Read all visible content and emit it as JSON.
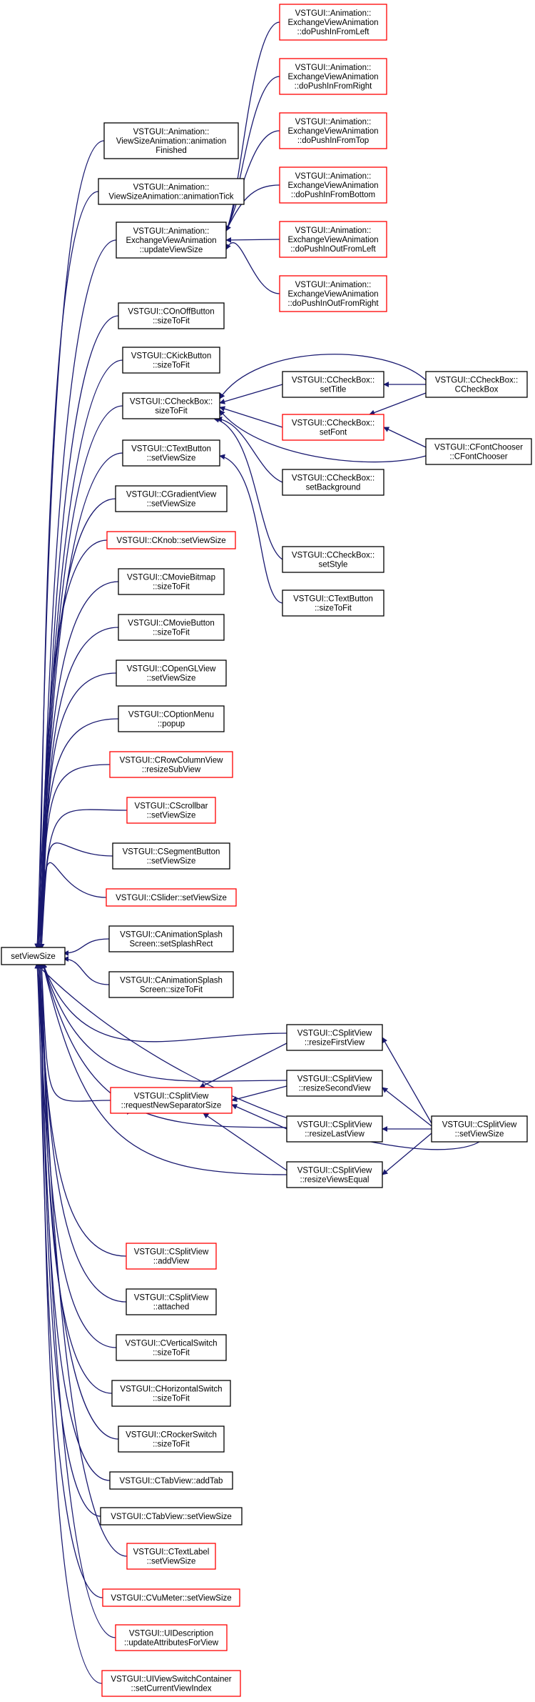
{
  "graph": {
    "colors": {
      "edge": "#191970",
      "border_normal": "#000000",
      "border_truncated": "#ff0000",
      "root_fill": "#bfbfbf"
    },
    "nodes": [
      {
        "id": "root",
        "lines": [
          "setViewSize"
        ],
        "style": "root"
      },
      {
        "id": "esva_left",
        "lines": [
          "VSTGUI::Animation::",
          "ExchangeViewAnimation",
          "::doPushInFromLeft"
        ],
        "style": "red"
      },
      {
        "id": "esva_right",
        "lines": [
          "VSTGUI::Animation::",
          "ExchangeViewAnimation",
          "::doPushInFromRight"
        ],
        "style": "red"
      },
      {
        "id": "esva_top",
        "lines": [
          "VSTGUI::Animation::",
          "ExchangeViewAnimation",
          "::doPushInFromTop"
        ],
        "style": "red"
      },
      {
        "id": "esva_bottom",
        "lines": [
          "VSTGUI::Animation::",
          "ExchangeViewAnimation",
          "::doPushInFromBottom"
        ],
        "style": "red"
      },
      {
        "id": "esva_outleft",
        "lines": [
          "VSTGUI::Animation::",
          "ExchangeViewAnimation",
          "::doPushInOutFromLeft"
        ],
        "style": "red"
      },
      {
        "id": "esva_outright",
        "lines": [
          "VSTGUI::Animation::",
          "ExchangeViewAnimation",
          "::doPushInOutFromRight"
        ],
        "style": "red"
      },
      {
        "id": "vsa_finished",
        "lines": [
          "VSTGUI::Animation::",
          "ViewSizeAnimation::animation",
          "Finished"
        ],
        "style": "black"
      },
      {
        "id": "vsa_tick",
        "lines": [
          "VSTGUI::Animation::",
          "ViewSizeAnimation::animationTick"
        ],
        "style": "black"
      },
      {
        "id": "eva_update",
        "lines": [
          "VSTGUI::Animation::",
          "ExchangeViewAnimation",
          "::updateViewSize"
        ],
        "style": "black"
      },
      {
        "id": "onoff",
        "lines": [
          "VSTGUI::COnOffButton",
          "::sizeToFit"
        ],
        "style": "black"
      },
      {
        "id": "kick",
        "lines": [
          "VSTGUI::CKickButton",
          "::sizeToFit"
        ],
        "style": "black"
      },
      {
        "id": "checkbox_stf",
        "lines": [
          "VSTGUI::CCheckBox::",
          "sizeToFit"
        ],
        "style": "black"
      },
      {
        "id": "cb_settitle",
        "lines": [
          "VSTGUI::CCheckBox::",
          "setTitle"
        ],
        "style": "black"
      },
      {
        "id": "cb_ctor",
        "lines": [
          "VSTGUI::CCheckBox::",
          "CCheckBox"
        ],
        "style": "black"
      },
      {
        "id": "cb_setfont",
        "lines": [
          "VSTGUI::CCheckBox::",
          "setFont"
        ],
        "style": "red"
      },
      {
        "id": "fontchooser",
        "lines": [
          "VSTGUI::CFontChooser",
          "::CFontChooser"
        ],
        "style": "black"
      },
      {
        "id": "textbutton_svs",
        "lines": [
          "VSTGUI::CTextButton",
          "::setViewSize"
        ],
        "style": "black"
      },
      {
        "id": "cb_setbg",
        "lines": [
          "VSTGUI::CCheckBox::",
          "setBackground"
        ],
        "style": "black"
      },
      {
        "id": "cb_setstyle",
        "lines": [
          "VSTGUI::CCheckBox::",
          "setStyle"
        ],
        "style": "black"
      },
      {
        "id": "textbutton_stf",
        "lines": [
          "VSTGUI::CTextButton",
          "::sizeToFit"
        ],
        "style": "black"
      },
      {
        "id": "gradient",
        "lines": [
          "VSTGUI::CGradientView",
          "::setViewSize"
        ],
        "style": "black"
      },
      {
        "id": "knob",
        "lines": [
          "VSTGUI::CKnob::setViewSize"
        ],
        "style": "red"
      },
      {
        "id": "moviebitmap",
        "lines": [
          "VSTGUI::CMovieBitmap",
          "::sizeToFit"
        ],
        "style": "black"
      },
      {
        "id": "moviebutton",
        "lines": [
          "VSTGUI::CMovieButton",
          "::sizeToFit"
        ],
        "style": "black"
      },
      {
        "id": "opengl",
        "lines": [
          "VSTGUI::COpenGLView",
          "::setViewSize"
        ],
        "style": "black"
      },
      {
        "id": "optionmenu",
        "lines": [
          "VSTGUI::COptionMenu",
          "::popup"
        ],
        "style": "black"
      },
      {
        "id": "rowcolumn",
        "lines": [
          "VSTGUI::CRowColumnView",
          "::resizeSubView"
        ],
        "style": "red"
      },
      {
        "id": "scrollbar",
        "lines": [
          "VSTGUI::CScrollbar",
          "::setViewSize"
        ],
        "style": "red"
      },
      {
        "id": "segment",
        "lines": [
          "VSTGUI::CSegmentButton",
          "::setViewSize"
        ],
        "style": "black"
      },
      {
        "id": "slider",
        "lines": [
          "VSTGUI::CSlider::setViewSize"
        ],
        "style": "red"
      },
      {
        "id": "splash_rect",
        "lines": [
          "VSTGUI::CAnimationSplash",
          "Screen::setSplashRect"
        ],
        "style": "black"
      },
      {
        "id": "splash_stf",
        "lines": [
          "VSTGUI::CAnimationSplash",
          "Screen::sizeToFit"
        ],
        "style": "black"
      },
      {
        "id": "sv_first",
        "lines": [
          "VSTGUI::CSplitView",
          "::resizeFirstView"
        ],
        "style": "black"
      },
      {
        "id": "sv_second",
        "lines": [
          "VSTGUI::CSplitView",
          "::resizeSecondView"
        ],
        "style": "black"
      },
      {
        "id": "sv_request",
        "lines": [
          "VSTGUI::CSplitView",
          "::requestNewSeparatorSize"
        ],
        "style": "red"
      },
      {
        "id": "sv_last",
        "lines": [
          "VSTGUI::CSplitView",
          "::resizeLastView"
        ],
        "style": "black"
      },
      {
        "id": "sv_svs",
        "lines": [
          "VSTGUI::CSplitView",
          "::setViewSize"
        ],
        "style": "black"
      },
      {
        "id": "sv_equal",
        "lines": [
          "VSTGUI::CSplitView",
          "::resizeViewsEqual"
        ],
        "style": "black"
      },
      {
        "id": "sv_addview",
        "lines": [
          "VSTGUI::CSplitView",
          "::addView"
        ],
        "style": "red"
      },
      {
        "id": "sv_attached",
        "lines": [
          "VSTGUI::CSplitView",
          "::attached"
        ],
        "style": "black"
      },
      {
        "id": "vswitch",
        "lines": [
          "VSTGUI::CVerticalSwitch",
          "::sizeToFit"
        ],
        "style": "black"
      },
      {
        "id": "hswitch",
        "lines": [
          "VSTGUI::CHorizontalSwitch",
          "::sizeToFit"
        ],
        "style": "black"
      },
      {
        "id": "rocker",
        "lines": [
          "VSTGUI::CRockerSwitch",
          "::sizeToFit"
        ],
        "style": "black"
      },
      {
        "id": "tab_add",
        "lines": [
          "VSTGUI::CTabView::addTab"
        ],
        "style": "black"
      },
      {
        "id": "tab_svs",
        "lines": [
          "VSTGUI::CTabView::setViewSize"
        ],
        "style": "black"
      },
      {
        "id": "textlabel",
        "lines": [
          "VSTGUI::CTextLabel",
          "::setViewSize"
        ],
        "style": "red"
      },
      {
        "id": "vumeter",
        "lines": [
          "VSTGUI::CVuMeter::setViewSize"
        ],
        "style": "red"
      },
      {
        "id": "uidesc",
        "lines": [
          "VSTGUI::UIDescription",
          "::updateAttributesForView"
        ],
        "style": "red"
      },
      {
        "id": "uiswitch",
        "lines": [
          "VSTGUI::UIViewSwitchContainer",
          "::setCurrentViewIndex"
        ],
        "style": "red"
      }
    ]
  }
}
